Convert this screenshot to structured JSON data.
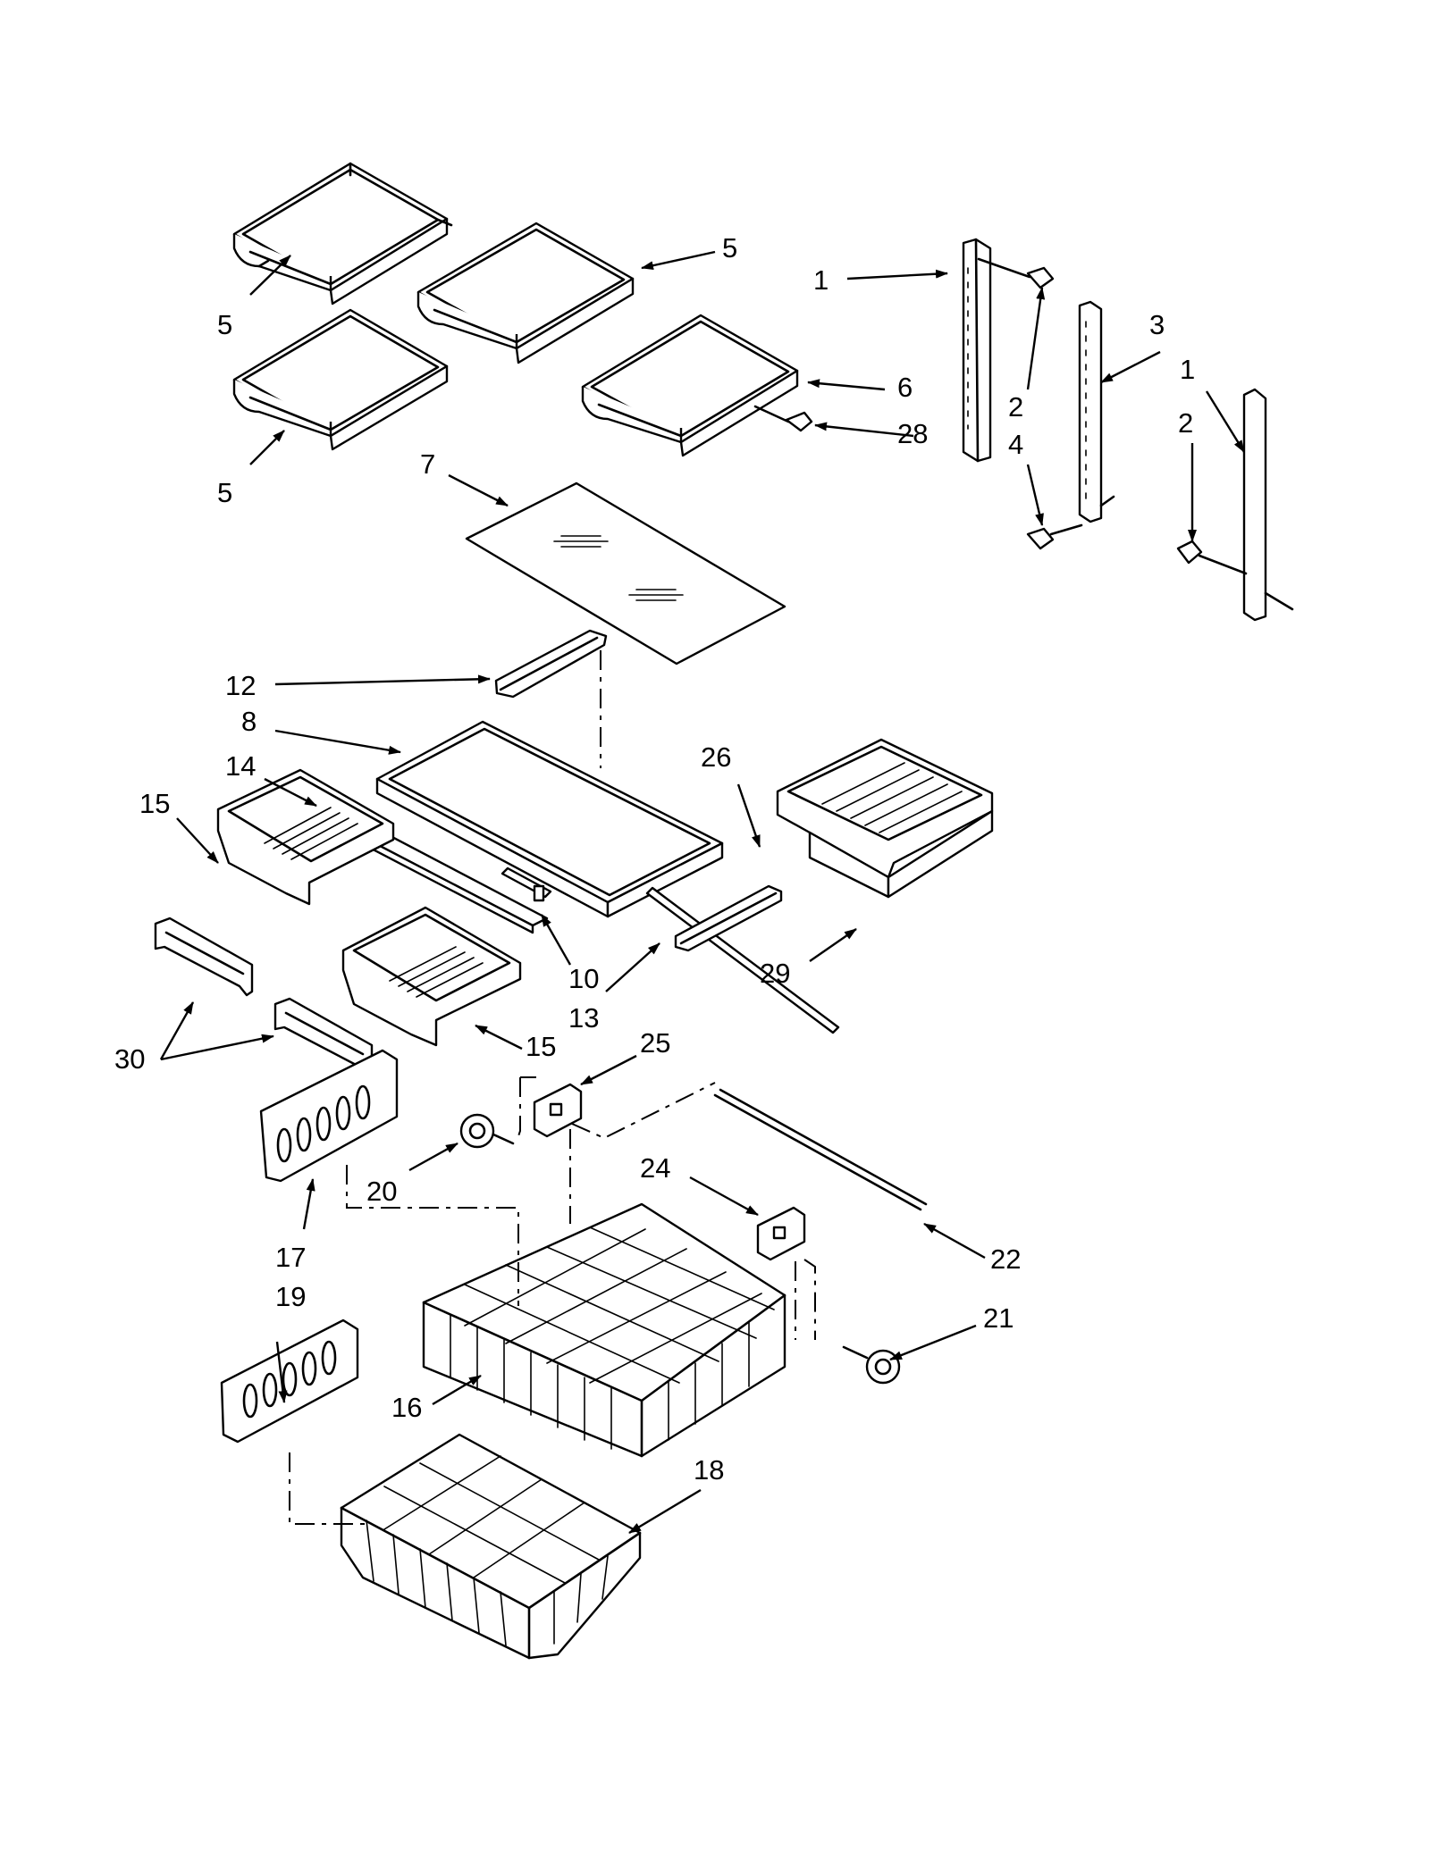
{
  "callouts": [
    {
      "id": "c5a",
      "label": "5"
    },
    {
      "id": "c5b",
      "label": "5"
    },
    {
      "id": "c5c",
      "label": "5"
    },
    {
      "id": "c6",
      "label": "6"
    },
    {
      "id": "c28",
      "label": "28"
    },
    {
      "id": "c1a",
      "label": "1"
    },
    {
      "id": "c2a",
      "label": "2"
    },
    {
      "id": "c4",
      "label": "4"
    },
    {
      "id": "c3",
      "label": "3"
    },
    {
      "id": "c1b",
      "label": "1"
    },
    {
      "id": "c2b",
      "label": "2"
    },
    {
      "id": "c7",
      "label": "7"
    },
    {
      "id": "c12",
      "label": "12"
    },
    {
      "id": "c8",
      "label": "8"
    },
    {
      "id": "c14",
      "label": "14"
    },
    {
      "id": "c15a",
      "label": "15"
    },
    {
      "id": "c26",
      "label": "26"
    },
    {
      "id": "c29",
      "label": "29"
    },
    {
      "id": "c10",
      "label": "10"
    },
    {
      "id": "c13",
      "label": "13"
    },
    {
      "id": "c15b",
      "label": "15"
    },
    {
      "id": "c30",
      "label": "30"
    },
    {
      "id": "c25",
      "label": "25"
    },
    {
      "id": "c20",
      "label": "20"
    },
    {
      "id": "c24",
      "label": "24"
    },
    {
      "id": "c17",
      "label": "17"
    },
    {
      "id": "c19",
      "label": "19"
    },
    {
      "id": "c22",
      "label": "22"
    },
    {
      "id": "c21",
      "label": "21"
    },
    {
      "id": "c16",
      "label": "16"
    },
    {
      "id": "c18",
      "label": "18"
    }
  ]
}
